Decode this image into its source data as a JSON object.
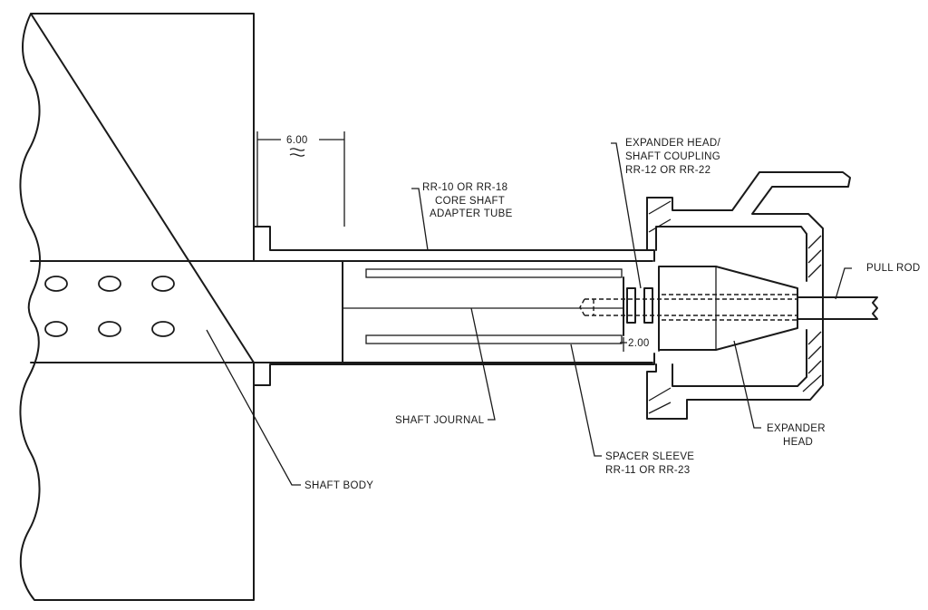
{
  "labels": {
    "dim_6": "6.00",
    "dim_2": "2.00",
    "adapter_tube_line1": "RR-10 OR RR-18",
    "adapter_tube_line2": "CORE SHAFT",
    "adapter_tube_line3": "ADAPTER TUBE",
    "coupling_line1": "EXPANDER HEAD/",
    "coupling_line2": "SHAFT COUPLING",
    "coupling_line3": "RR-12 OR RR-22",
    "pull_rod": "PULL ROD",
    "shaft_journal": "SHAFT JOURNAL",
    "shaft_body": "SHAFT BODY",
    "spacer_line1": "SPACER SLEEVE",
    "spacer_line2": "RR-11 OR RR-23",
    "expander_line1": "EXPANDER",
    "expander_line2": "HEAD"
  }
}
